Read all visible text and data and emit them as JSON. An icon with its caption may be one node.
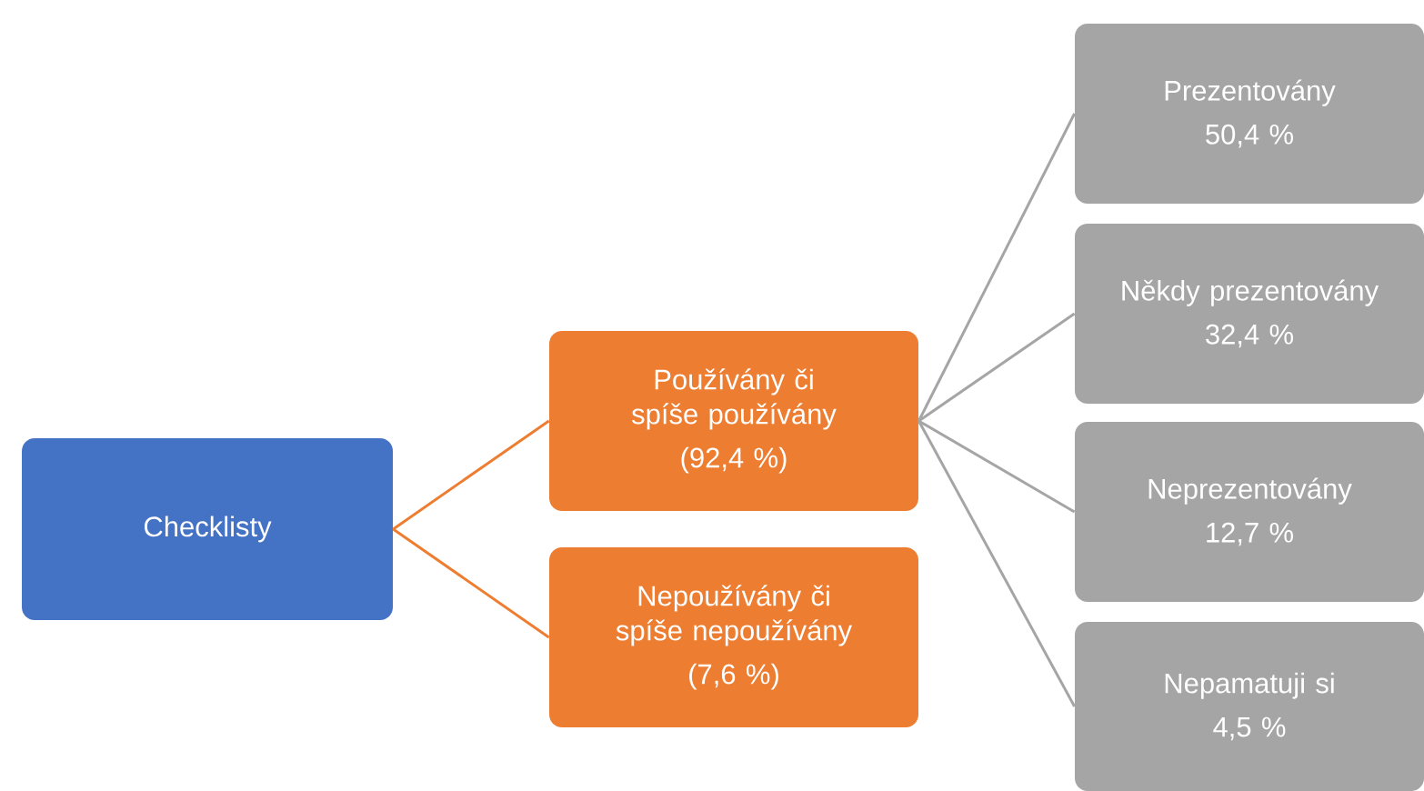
{
  "diagram": {
    "nodes": [
      {
        "text": [
          "Checklisty"
        ]
      },
      {
        "text": [
          "Používány či spíše používány",
          "(92,4 %)"
        ]
      },
      {
        "text": [
          "Nepoužívány či spíše nepoužívány",
          "(7,6 %)"
        ]
      },
      {
        "text": [
          "Prezentovány",
          "50,4 %"
        ]
      },
      {
        "text": [
          "Někdy prezentovány",
          "32,4 %"
        ]
      },
      {
        "text": [
          "Neprezentovány",
          "12,7 %"
        ]
      },
      {
        "text": [
          "Nepamatuji si",
          "4,5 %"
        ]
      }
    ],
    "edges": [
      {
        "from": 0,
        "to": 1,
        "arrow": "none",
        "color": "#ed7d31"
      },
      {
        "from": 0,
        "to": 2,
        "arrow": "none",
        "color": "#ed7d31"
      },
      {
        "from": 1,
        "to": 3,
        "arrow": "none"
      },
      {
        "from": 1,
        "to": 4,
        "arrow": "none"
      },
      {
        "from": 1,
        "to": 5,
        "arrow": "none"
      },
      {
        "from": 1,
        "to": 6,
        "arrow": "none"
      }
    ]
  }
}
